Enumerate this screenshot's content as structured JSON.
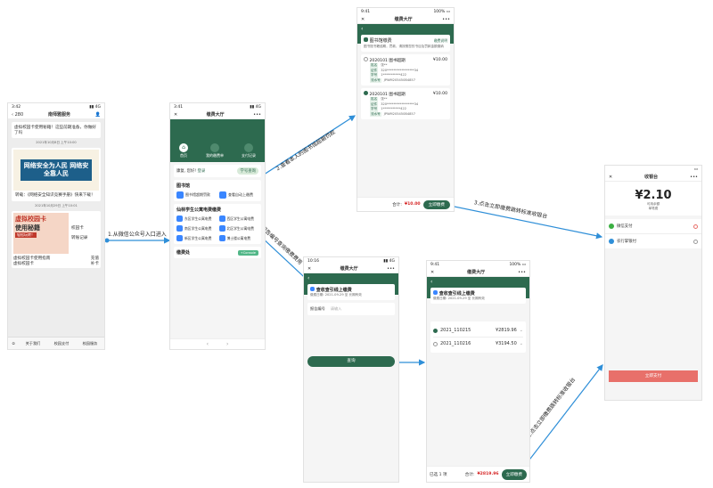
{
  "s1": {
    "time": "3:42",
    "title": "南师雅服务",
    "back": "280",
    "msg1": "虚拟校园卡使用秘籍！这些前期准备，你做好了吗",
    "date1": "2021年10月8日 上午10:00",
    "poster1": "网络安全为人民 网络安全靠人民",
    "msg2": "转载：《网络安全知识竞赛手册》快来下载！",
    "date2": "2021年10月29日 上午10:01",
    "poster2a": "虚拟校园卡",
    "poster2b": "使用秘籍",
    "poster2c": "轻松玩转！",
    "side1": "校园卡",
    "side2": "转账记录",
    "msg3": "虚拟校园卡使用指南",
    "msg3b": "校园卡充值",
    "msg3c": "虚拟校园卡",
    "side3": "充值",
    "side4": "补卡",
    "menu": [
      "关于我们",
      "校园支付",
      "校园服务"
    ]
  },
  "s2": {
    "time": "3:41",
    "title": "缴费大厅",
    "tabs": [
      "首页",
      "我的缴费单",
      "支付记录"
    ],
    "user": "康复, 您好!",
    "user_link": "登录",
    "switch": "学号查询",
    "sec1": "图书馆",
    "lib_items": [
      "图书馆超期罚款",
      "查看自动上缴费"
    ],
    "sec2": "仙林学生公寓电费缴费",
    "dorm_items": [
      "东区学生公寓电费",
      "西区学生公寓电费",
      "南区学生公寓电费",
      "北区学生公寓电费",
      "新区学生公寓电费",
      "博士楼公寓电费"
    ],
    "sec3": "缴费处",
    "sec3_btn": "+Console"
  },
  "s3": {
    "time": "9:41",
    "title": "缴费大厅",
    "header": "图书馆缴费",
    "detail_link": "缴费说明",
    "note": "图书馆书籍逾期，罚款，请按照您的书目及罚款金额缴纳",
    "items": [
      {
        "id": "2020101 图书超期",
        "amount": "¥10.00",
        "l1": "张**",
        "l2": "320*****************34",
        "l3": "1***********422",
        "l4": "JPWM205450B4857"
      },
      {
        "id": "2020101 图书超期",
        "amount": "¥10.00",
        "l1": "张**",
        "l2": "320*****************34",
        "l3": "1***********422",
        "l4": "JPWM205450B4857"
      }
    ],
    "keys": [
      "姓名",
      "证件",
      "学号",
      "流水号"
    ],
    "total_label": "合计:",
    "total": "¥10.00",
    "pay": "立即缴费"
  },
  "s4": {
    "time": "10:16",
    "title": "缴费大厅",
    "header": "查收查引线上缴费",
    "dates": "缴费日期: 2021-09-29 至 长期有效",
    "field_label": "报告编号",
    "field_placeholder": "请输入",
    "query": "查询"
  },
  "s5": {
    "time": "9:41",
    "title": "缴费大厅",
    "header": "查收查引线上缴费",
    "dates": "缴费日期: 2021-09-29 至 长期有效",
    "items": [
      {
        "id": "2021_110215",
        "amount": "¥2819.96",
        "selected": true
      },
      {
        "id": "2021_110216",
        "amount": "¥3194.50",
        "selected": false
      }
    ],
    "count": "已选 1 项",
    "total_label": "合计:",
    "total": "¥2819.96",
    "pay": "立即缴费"
  },
  "s6": {
    "title": "收银台",
    "amount": "¥2.10",
    "sub1": "可用余额",
    "sub2": "单笔费",
    "methods": [
      "微信支付",
      "农行掌银付"
    ],
    "pay": "立即支付"
  },
  "steps": [
    "1.从微信公众号入口进入",
    "2.查看本人的图书馆超期罚款",
    "2.按报告编号查询缴费费用",
    "3.点击立即缴费跳转标准收银台",
    "3.点击立即缴费跳转标准收银台"
  ],
  "colors": {
    "green": "#2d6a4f",
    "blue": "#2f8fd8",
    "red": "#e8706a"
  }
}
